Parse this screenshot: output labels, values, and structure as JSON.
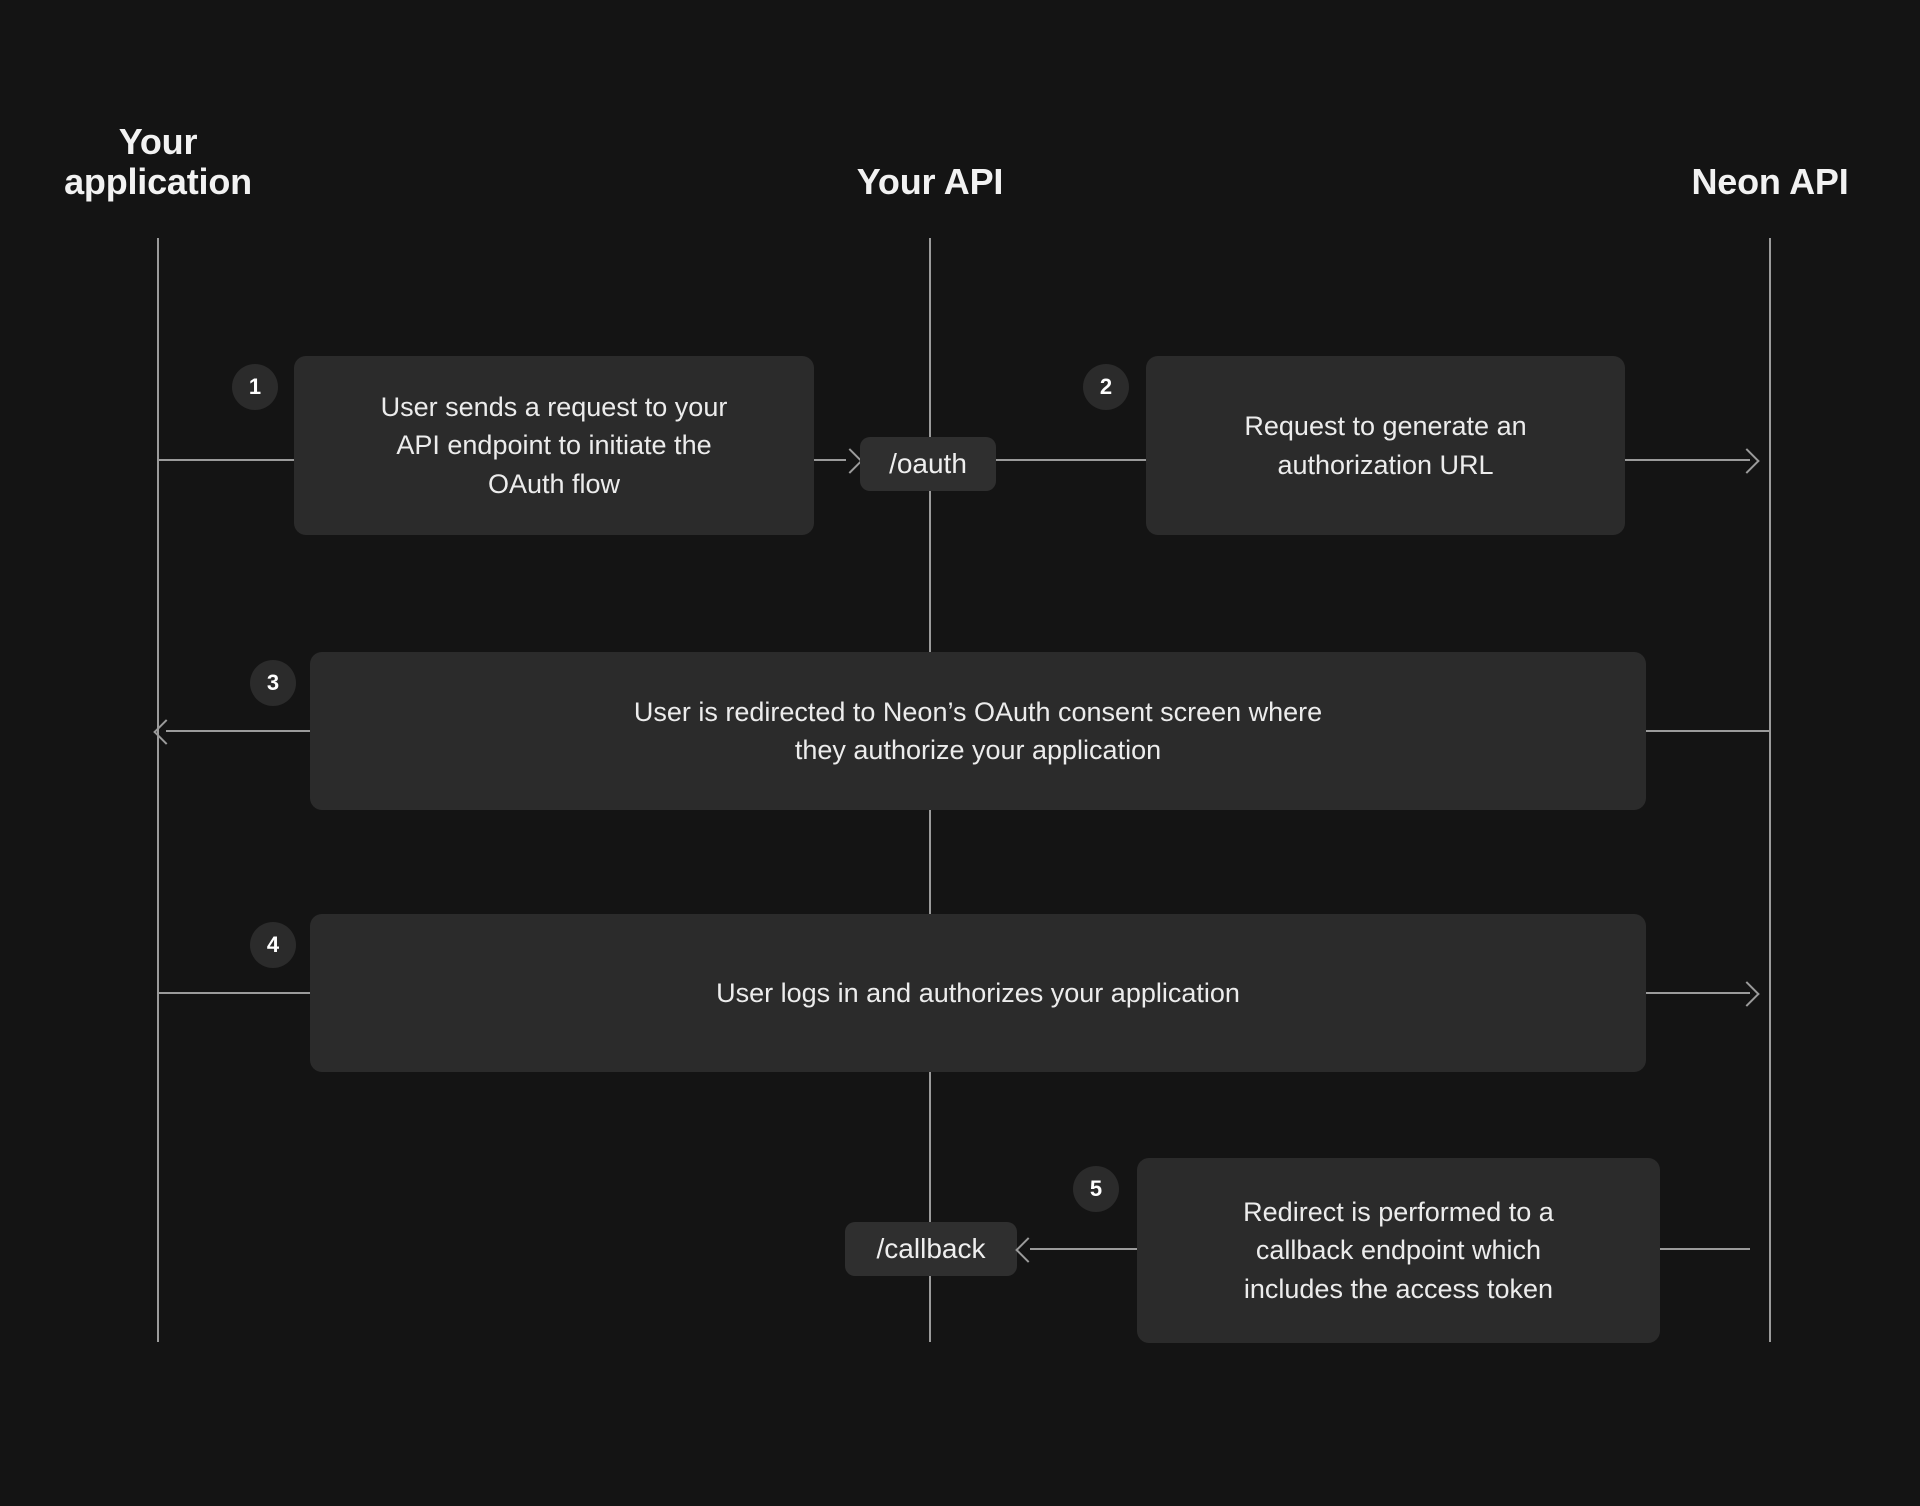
{
  "diagram": {
    "title_text": "OAuth flow sequence diagram",
    "background_color": "#141414",
    "box_color": "#2b2b2b",
    "line_color": "#9b9b9b",
    "text_color": "#ececec"
  },
  "participants": [
    {
      "id": "your-application",
      "label": "Your\napplication"
    },
    {
      "id": "your-api",
      "label": "Your API"
    },
    {
      "id": "neon-api",
      "label": "Neon API"
    }
  ],
  "steps": [
    {
      "number": "1",
      "text": "User sends a request to your\nAPI endpoint to initiate the\nOAuth flow",
      "from": "your-application",
      "to": "your-api",
      "direction": "right"
    },
    {
      "number": "2",
      "text": "Request to generate an\nauthorization URL",
      "from": "your-api",
      "to": "neon-api",
      "direction": "right"
    },
    {
      "number": "3",
      "text": "User is redirected to Neon’s OAuth consent screen where\nthey authorize your application",
      "from": "neon-api",
      "to": "your-application",
      "direction": "left"
    },
    {
      "number": "4",
      "text": "User logs in and authorizes your application",
      "from": "your-application",
      "to": "neon-api",
      "direction": "right"
    },
    {
      "number": "5",
      "text": "Redirect is performed to a\ncallback endpoint which\nincludes the access token",
      "from": "neon-api",
      "to": "your-api",
      "direction": "left"
    }
  ],
  "endpoints": [
    {
      "id": "oauth",
      "label": "/oauth"
    },
    {
      "id": "callback",
      "label": "/callback"
    }
  ]
}
